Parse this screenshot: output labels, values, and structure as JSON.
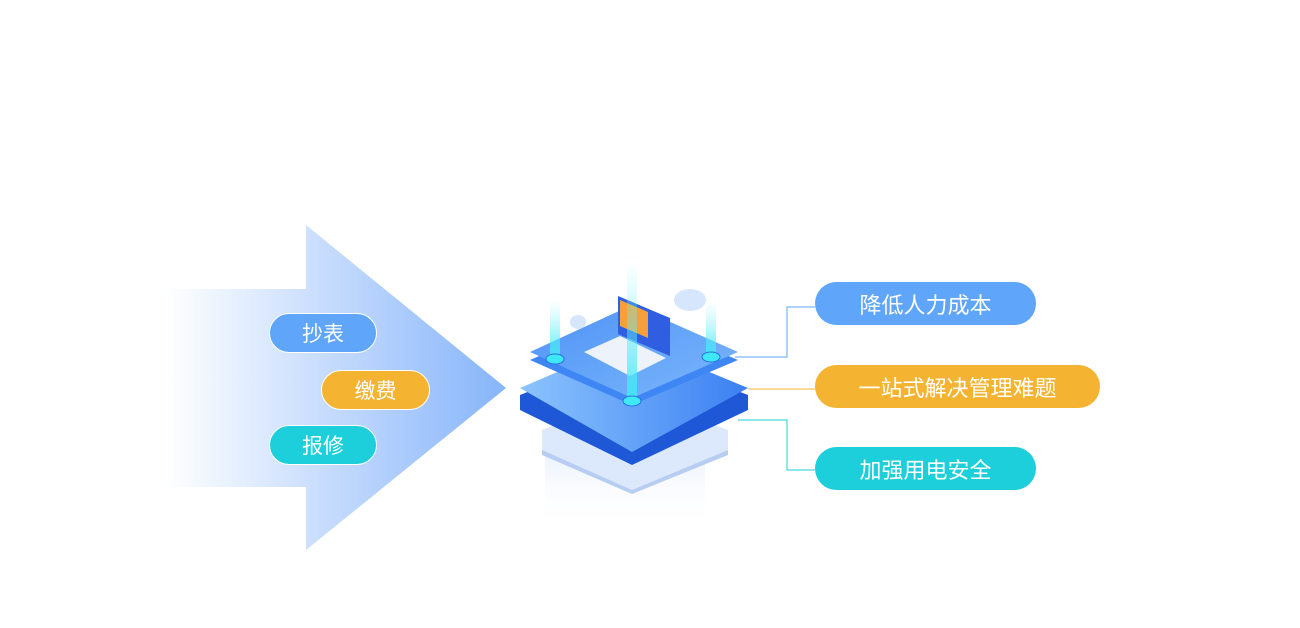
{
  "inputs": [
    {
      "label": "抄表",
      "color": "#5fa5fa"
    },
    {
      "label": "缴费",
      "color": "#f4b431"
    },
    {
      "label": "报修",
      "color": "#1ccfdb"
    }
  ],
  "benefits": [
    {
      "label": "降低人力成本",
      "color": "#5fa5fa"
    },
    {
      "label": "一站式解决管理难题",
      "color": "#f4b431"
    },
    {
      "label": "加强用电安全",
      "color": "#1ccfdb"
    }
  ]
}
